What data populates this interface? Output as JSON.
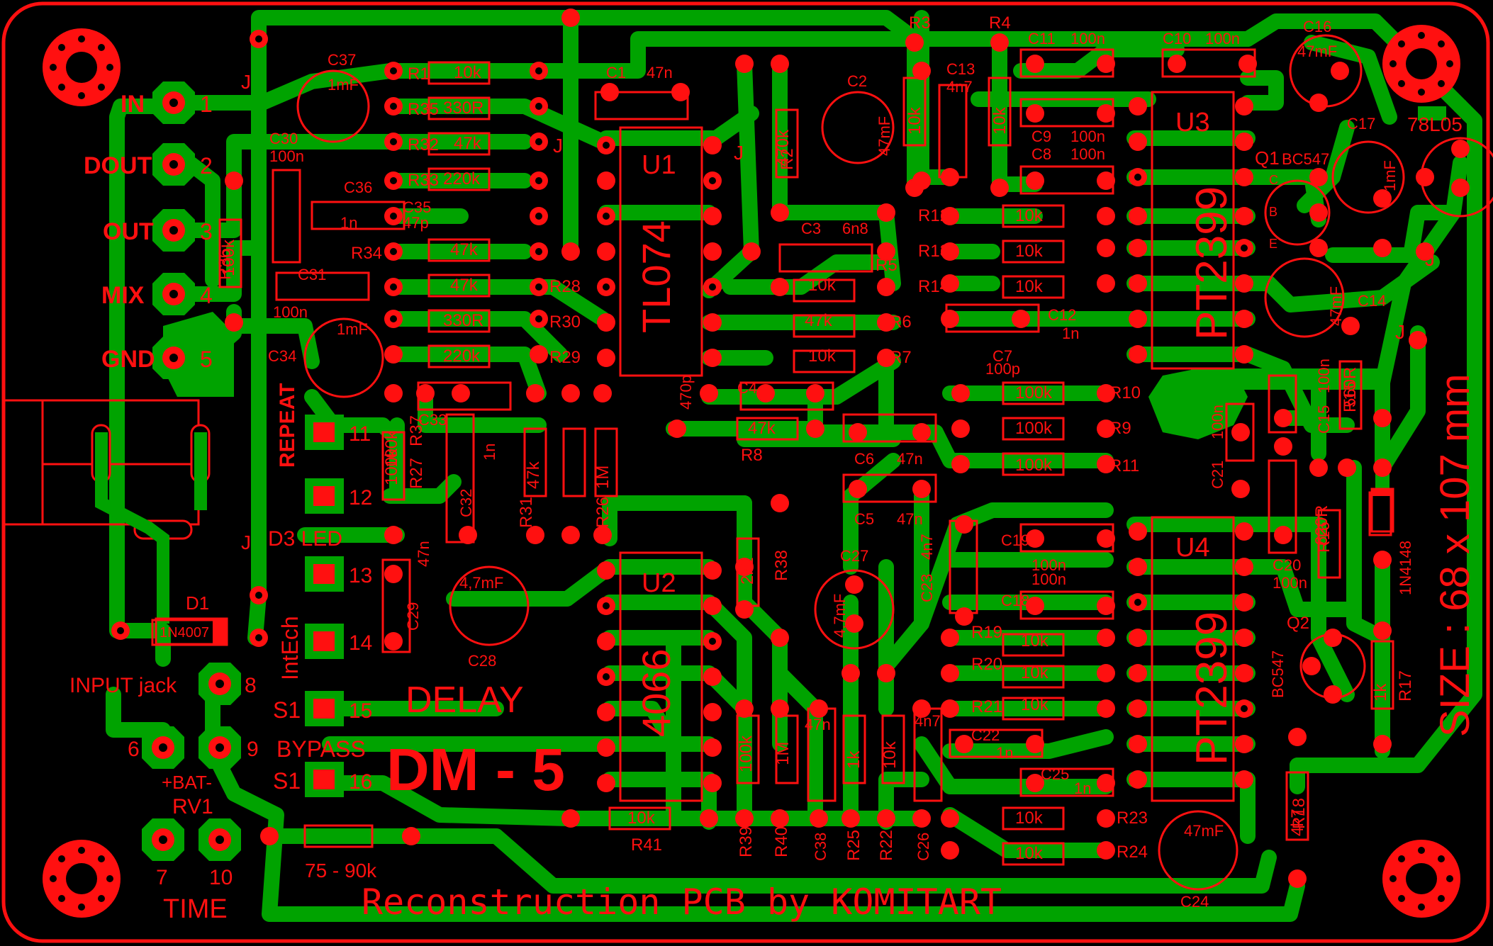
{
  "board": {
    "title": "DELAY",
    "model": "DM - 5",
    "credit": "Reconstruction PCB by KOMITART",
    "size": "SIZE : 68 x 107 mm",
    "colors": {
      "background": "#000000",
      "copper": "#00a300",
      "silk": "#ff1010",
      "pad": "#ff1010",
      "drill": "#000000"
    }
  },
  "connectors": [
    {
      "name": "IN",
      "pin": "1"
    },
    {
      "name": "DOUT",
      "pin": "2"
    },
    {
      "name": "OUT",
      "pin": "3"
    },
    {
      "name": "MIX",
      "pin": "4"
    },
    {
      "name": "GND",
      "pin": "5"
    }
  ],
  "switch_pads": [
    {
      "label": "REPEAT",
      "pin": "11"
    },
    {
      "label": "",
      "pin": "12"
    },
    {
      "label": "D3 LED",
      "pin": "13"
    },
    {
      "label": "IntEch",
      "pin": "14"
    },
    {
      "label": "S1",
      "pin": "15"
    },
    {
      "label": "S1",
      "pin": "16"
    }
  ],
  "labels": {
    "input_jack": "INPUT jack",
    "pin8": "8",
    "pin6": "6",
    "pin9": "9",
    "pin7": "7",
    "pin10": "10",
    "bat": "+BAT-",
    "rv1": "RV1",
    "time": "TIME",
    "bypass": "BYPASS",
    "pot_range": "75 - 90k",
    "d1": "D1",
    "d1_val": "1N4007",
    "u1": "U1",
    "u1_val": "TL074",
    "u2": "U2",
    "u2_val": "4066",
    "u3": "U3",
    "u3_val": "PT2399",
    "u4": "U4",
    "u4_val": "PT2399",
    "reg": "78L05",
    "q1": "Q1",
    "q1_val": "BC547",
    "q2": "Q2",
    "q2_val": "BC547",
    "d4_val": "1N4148",
    "jumper": "J"
  },
  "resistors": [
    {
      "ref": "R1",
      "val": "10k"
    },
    {
      "ref": "R35",
      "val": "330R"
    },
    {
      "ref": "R32",
      "val": "47k"
    },
    {
      "ref": "R33",
      "val": "220k"
    },
    {
      "ref": "R34",
      "val": "47k"
    },
    {
      "ref": "R28",
      "val": "47k"
    },
    {
      "ref": "R30",
      "val": "330R"
    },
    {
      "ref": "R29",
      "val": "220k"
    },
    {
      "ref": "R36",
      "val": "100k"
    },
    {
      "ref": "R2",
      "val": "470k"
    },
    {
      "ref": "R3",
      "val": "10k"
    },
    {
      "ref": "R4",
      "val": "10k"
    },
    {
      "ref": "R5",
      "val": "10k"
    },
    {
      "ref": "R6",
      "val": "47k"
    },
    {
      "ref": "R7",
      "val": "10k"
    },
    {
      "ref": "R8",
      "val": "47k"
    },
    {
      "ref": "R9",
      "val": "100k"
    },
    {
      "ref": "R10",
      "val": "100k"
    },
    {
      "ref": "R11",
      "val": "100k"
    },
    {
      "ref": "R12",
      "val": "10k"
    },
    {
      "ref": "R13",
      "val": "10k"
    },
    {
      "ref": "R14",
      "val": "10k"
    },
    {
      "ref": "R15",
      "val": "560R"
    },
    {
      "ref": "R16",
      "val": "620R"
    },
    {
      "ref": "R17",
      "val": "1k"
    },
    {
      "ref": "R18",
      "val": "4k7"
    },
    {
      "ref": "R19",
      "val": "10k"
    },
    {
      "ref": "R20",
      "val": "10k"
    },
    {
      "ref": "R21",
      "val": "10k"
    },
    {
      "ref": "R22",
      "val": "10k"
    },
    {
      "ref": "R23",
      "val": "10k"
    },
    {
      "ref": "R24",
      "val": "10k"
    },
    {
      "ref": "R25",
      "val": "1k"
    },
    {
      "ref": "R26",
      "val": "1M"
    },
    {
      "ref": "R27",
      "val": "100k"
    },
    {
      "ref": "R31",
      "val": "47k"
    },
    {
      "ref": "R37",
      "val": "100k"
    },
    {
      "ref": "R38",
      "val": "2k2"
    },
    {
      "ref": "R39",
      "val": "100k"
    },
    {
      "ref": "R40",
      "val": "1M"
    },
    {
      "ref": "R41",
      "val": "10k"
    }
  ],
  "capacitors": [
    {
      "ref": "C1",
      "val": "47n"
    },
    {
      "ref": "C2",
      "val": "47mF"
    },
    {
      "ref": "C3",
      "val": "6n8"
    },
    {
      "ref": "C4",
      "val": "470p"
    },
    {
      "ref": "C5",
      "val": "47n"
    },
    {
      "ref": "C6",
      "val": "47n"
    },
    {
      "ref": "C7",
      "val": "100p"
    },
    {
      "ref": "C8",
      "val": "100n"
    },
    {
      "ref": "C9",
      "val": "100n"
    },
    {
      "ref": "C10",
      "val": "100n"
    },
    {
      "ref": "C11",
      "val": "100n"
    },
    {
      "ref": "C12",
      "val": "1n"
    },
    {
      "ref": "C13",
      "val": "4n7"
    },
    {
      "ref": "C14",
      "val": "47mF"
    },
    {
      "ref": "C15",
      "val": "100n"
    },
    {
      "ref": "C16",
      "val": "47mF"
    },
    {
      "ref": "C17",
      "val": "1mF"
    },
    {
      "ref": "C18",
      "val": "100n"
    },
    {
      "ref": "C19",
      "val": "100n"
    },
    {
      "ref": "C20",
      "val": "100n"
    },
    {
      "ref": "C21",
      "val": "100n"
    },
    {
      "ref": "C22",
      "val": "1n"
    },
    {
      "ref": "C23",
      "val": "4n7"
    },
    {
      "ref": "C24",
      "val": "47mF"
    },
    {
      "ref": "C25",
      "val": "1n"
    },
    {
      "ref": "C26",
      "val": "4n7"
    },
    {
      "ref": "C27",
      "val": "4,7mF"
    },
    {
      "ref": "C28",
      "val": "4,7mF"
    },
    {
      "ref": "C29",
      "val": "47n"
    },
    {
      "ref": "C30",
      "val": "100n"
    },
    {
      "ref": "C31",
      "val": "100n"
    },
    {
      "ref": "C32",
      "val": "1n"
    },
    {
      "ref": "C33",
      "val": ""
    },
    {
      "ref": "C34",
      "val": "1mF"
    },
    {
      "ref": "C35",
      "val": "47p"
    },
    {
      "ref": "C36",
      "val": "1n"
    },
    {
      "ref": "C37",
      "val": "1mF"
    },
    {
      "ref": "C38",
      "val": "47n"
    }
  ],
  "transistor_pins": [
    "C",
    "B",
    "E"
  ]
}
